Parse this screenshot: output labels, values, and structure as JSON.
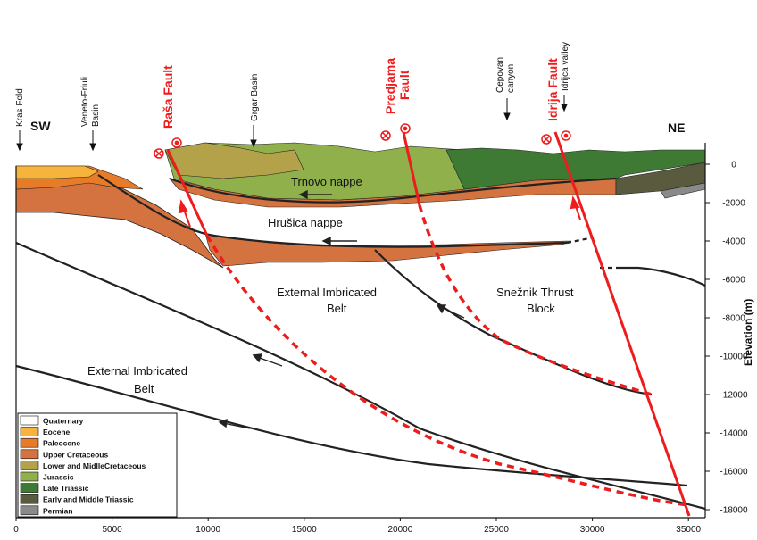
{
  "top_labels": {
    "kras_fold": "Kras Fold",
    "veneto_line1": "Veneto-Friuli",
    "veneto_line2": "Basin",
    "grgar": "Grgar Basin",
    "cepovan_line1": "Čepovan",
    "cepovan_line2": "canyon",
    "idrijca": "Idrijca valley"
  },
  "faults": {
    "rasa": "Raša Fault",
    "predjama_line1": "Predjama",
    "predjama_line2": "Fault",
    "idrija": "Idrija Fault"
  },
  "ends": {
    "sw": "SW",
    "ne": "NE"
  },
  "regions": {
    "trnovo": "Trnovo nappe",
    "hrusica": "Hrušica nappe",
    "eib_upper_line1": "External Imbricated",
    "eib_upper_line2": "Belt",
    "eib_lower_line1": "External Imbricated",
    "eib_lower_line2": "Belt",
    "sneznik_line1": "Snežnik Thrust",
    "sneznik_line2": "Block"
  },
  "x_axis": {
    "ticks": [
      "0",
      "5000",
      "10000",
      "15000",
      "20000",
      "25000",
      "30000",
      "35000"
    ]
  },
  "y_axis": {
    "label": "Elevation (m)",
    "ticks": [
      "0",
      "-2000",
      "-4000",
      "-6000",
      "-8000",
      "-10000",
      "-12000",
      "-14000",
      "-16000",
      "-18000"
    ]
  },
  "legend": [
    {
      "label": "Quaternary",
      "color": "#ffffff"
    },
    {
      "label": "Eocene",
      "color": "#f7b43c"
    },
    {
      "label": "Paleocene",
      "color": "#e77b28"
    },
    {
      "label": "Upper Cretaceous",
      "color": "#d4733f"
    },
    {
      "label": "Lower and MidlleCretaceous",
      "color": "#b4a24a"
    },
    {
      "label": "Jurassic",
      "color": "#8fb04a"
    },
    {
      "label": "Late Triassic",
      "color": "#3f7a35"
    },
    {
      "label": "Early and Middle Triassic",
      "color": "#5a5a3f"
    },
    {
      "label": "Permian",
      "color": "#8a8a8a"
    }
  ],
  "colors": {
    "fault": "#ee1c1c",
    "thrust": "#222222"
  }
}
